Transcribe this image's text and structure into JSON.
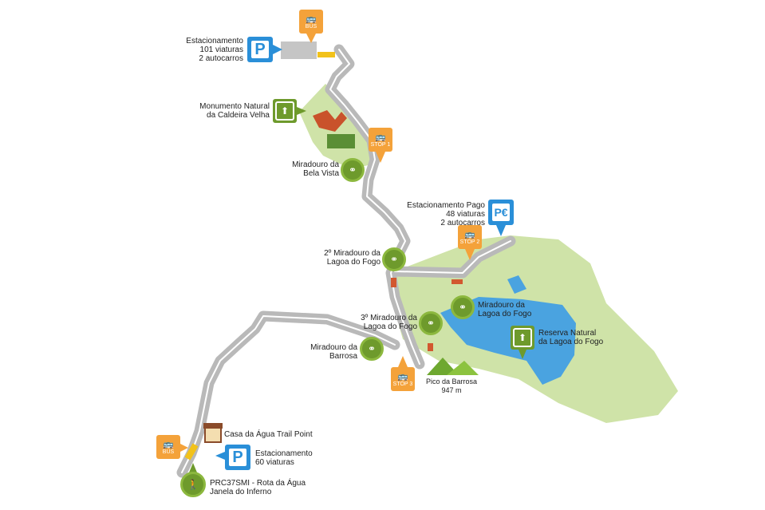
{
  "colors": {
    "road": "#b9b9b9",
    "park": "#cfe3a8",
    "lake": "#4aa3e0",
    "orange": "#f4a23a",
    "blue": "#2a8fd8",
    "green": "#6e9a2c"
  },
  "top_parking": {
    "icon": "parking-icon",
    "lines": [
      "Estacionamento",
      "101 viaturas",
      "2 autocarros"
    ]
  },
  "top_bus": {
    "icon": "bus-icon",
    "label": "BUS"
  },
  "caldeira": {
    "icon": "nature-monument-icon",
    "lines": [
      "Monumento Natural",
      "da Caldeira Velha"
    ]
  },
  "stop1": {
    "icon": "bus-icon",
    "label": "STOP 1"
  },
  "bela_vista": {
    "icon": "binoculars-icon",
    "lines": [
      "Miradouro da",
      "Bela Vista"
    ]
  },
  "paid_parking": {
    "icon": "paid-parking-icon",
    "symbol": "P€",
    "lines": [
      "Estacionamento Pago",
      "48 viaturas",
      "2 autocarros"
    ]
  },
  "stop2": {
    "icon": "bus-icon",
    "label": "STOP 2"
  },
  "miradouro2": {
    "icon": "binoculars-icon",
    "lines": [
      "2º Miradouro da",
      "Lagoa do Fogo"
    ]
  },
  "miradouro_lagoa": {
    "icon": "binoculars-icon",
    "lines": [
      "Miradouro da",
      "Lagoa do Fogo"
    ]
  },
  "reserva": {
    "icon": "nature-reserve-icon",
    "lines": [
      "Reserva Natural",
      "da Lagoa do Fogo"
    ]
  },
  "miradouro3": {
    "icon": "binoculars-icon",
    "lines": [
      "3º Miradouro da",
      "Lagoa do Fogo"
    ]
  },
  "barrosa": {
    "icon": "binoculars-icon",
    "lines": [
      "Miradouro da",
      "Barrosa"
    ]
  },
  "stop3": {
    "icon": "bus-icon",
    "label": "STOP 3"
  },
  "pico": {
    "icon": "mountain-icon",
    "lines": [
      "Pico da Barrosa",
      "947 m"
    ]
  },
  "bottom_bus": {
    "icon": "bus-icon",
    "label": "BUS"
  },
  "casa": {
    "icon": "house-icon",
    "label": "Casa da Água Trail Point"
  },
  "bottom_parking": {
    "icon": "parking-icon",
    "lines": [
      "Estacionamento",
      "60 viaturas"
    ]
  },
  "trail": {
    "icon": "hiker-icon",
    "lines": [
      "PRC37SMI - Rota da Água",
      "Janela do Inferno"
    ]
  }
}
